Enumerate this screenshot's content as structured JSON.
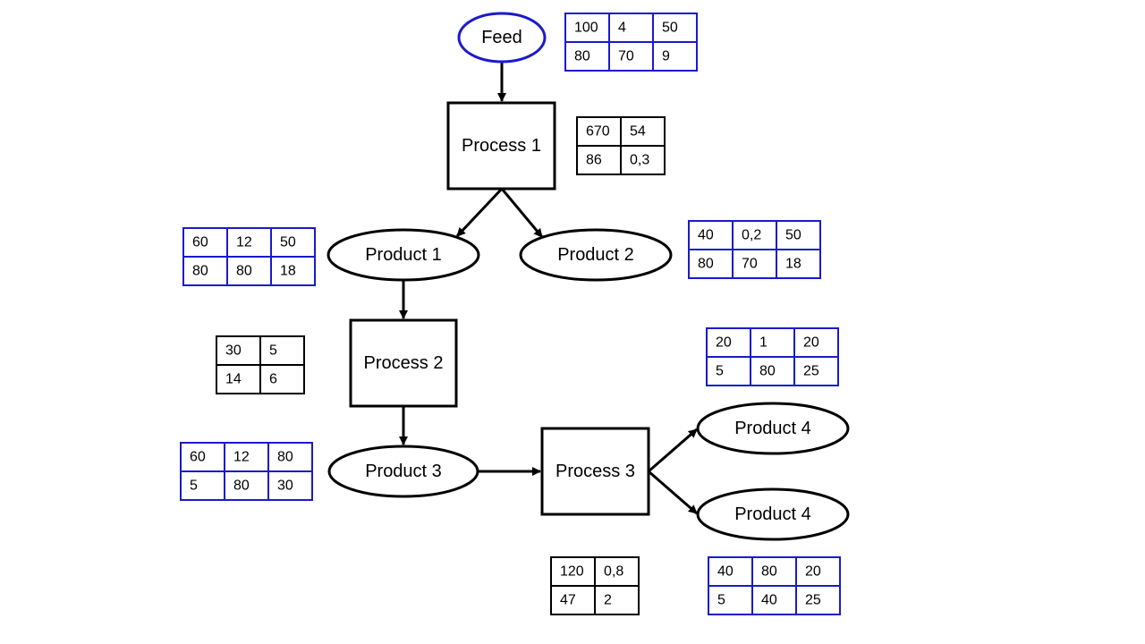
{
  "diagram": {
    "nodes": [
      {
        "id": "feed",
        "kind": "stream",
        "label": "Feed",
        "color": "#1a1acc"
      },
      {
        "id": "process-1",
        "kind": "process",
        "label": "Process 1"
      },
      {
        "id": "product-1",
        "kind": "stream",
        "label": "Product 1"
      },
      {
        "id": "product-2",
        "kind": "stream",
        "label": "Product 2"
      },
      {
        "id": "process-2",
        "kind": "process",
        "label": "Process 2"
      },
      {
        "id": "product-3",
        "kind": "stream",
        "label": "Product 3"
      },
      {
        "id": "process-3",
        "kind": "process",
        "label": "Process 3"
      },
      {
        "id": "product-4a",
        "kind": "stream",
        "label": "Product 4"
      },
      {
        "id": "product-4b",
        "kind": "stream",
        "label": "Product 4"
      }
    ],
    "edges": [
      {
        "from": "feed",
        "to": "process-1"
      },
      {
        "from": "process-1",
        "to": "product-1"
      },
      {
        "from": "process-1",
        "to": "product-2"
      },
      {
        "from": "product-1",
        "to": "process-2"
      },
      {
        "from": "process-2",
        "to": "product-3"
      },
      {
        "from": "product-3",
        "to": "process-3"
      },
      {
        "from": "process-3",
        "to": "product-4a"
      },
      {
        "from": "process-3",
        "to": "product-4b"
      }
    ],
    "tables": [
      {
        "id": "feed-table",
        "for": "feed",
        "color": "#1a1acc",
        "rows": [
          [
            "100",
            "4",
            "50"
          ],
          [
            "80",
            "70",
            "9"
          ]
        ]
      },
      {
        "id": "process-1-table",
        "for": "process-1",
        "color": "#000000",
        "rows": [
          [
            "670",
            "54"
          ],
          [
            "86",
            "0,3"
          ]
        ]
      },
      {
        "id": "product-1-table",
        "for": "product-1",
        "color": "#1a1acc",
        "rows": [
          [
            "60",
            "12",
            "50"
          ],
          [
            "80",
            "80",
            "18"
          ]
        ]
      },
      {
        "id": "product-2-table",
        "for": "product-2",
        "color": "#1a1acc",
        "rows": [
          [
            "40",
            "0,2",
            "50"
          ],
          [
            "80",
            "70",
            "18"
          ]
        ]
      },
      {
        "id": "process-2-table",
        "for": "process-2",
        "color": "#000000",
        "rows": [
          [
            "30",
            "5"
          ],
          [
            "14",
            "6"
          ]
        ]
      },
      {
        "id": "product-4a-table",
        "for": "product-4a",
        "color": "#1a1acc",
        "rows": [
          [
            "20",
            "1",
            "20"
          ],
          [
            "5",
            "80",
            "25"
          ]
        ]
      },
      {
        "id": "product-3-table",
        "for": "product-3",
        "color": "#1a1acc",
        "rows": [
          [
            "60",
            "12",
            "80"
          ],
          [
            "5",
            "80",
            "30"
          ]
        ]
      },
      {
        "id": "process-3-table",
        "for": "process-3",
        "color": "#000000",
        "rows": [
          [
            "120",
            "0,8"
          ],
          [
            "47",
            "2"
          ]
        ]
      },
      {
        "id": "product-4b-table",
        "for": "product-4b",
        "color": "#1a1acc",
        "rows": [
          [
            "40",
            "80",
            "20"
          ],
          [
            "5",
            "40",
            "25"
          ]
        ]
      }
    ]
  }
}
